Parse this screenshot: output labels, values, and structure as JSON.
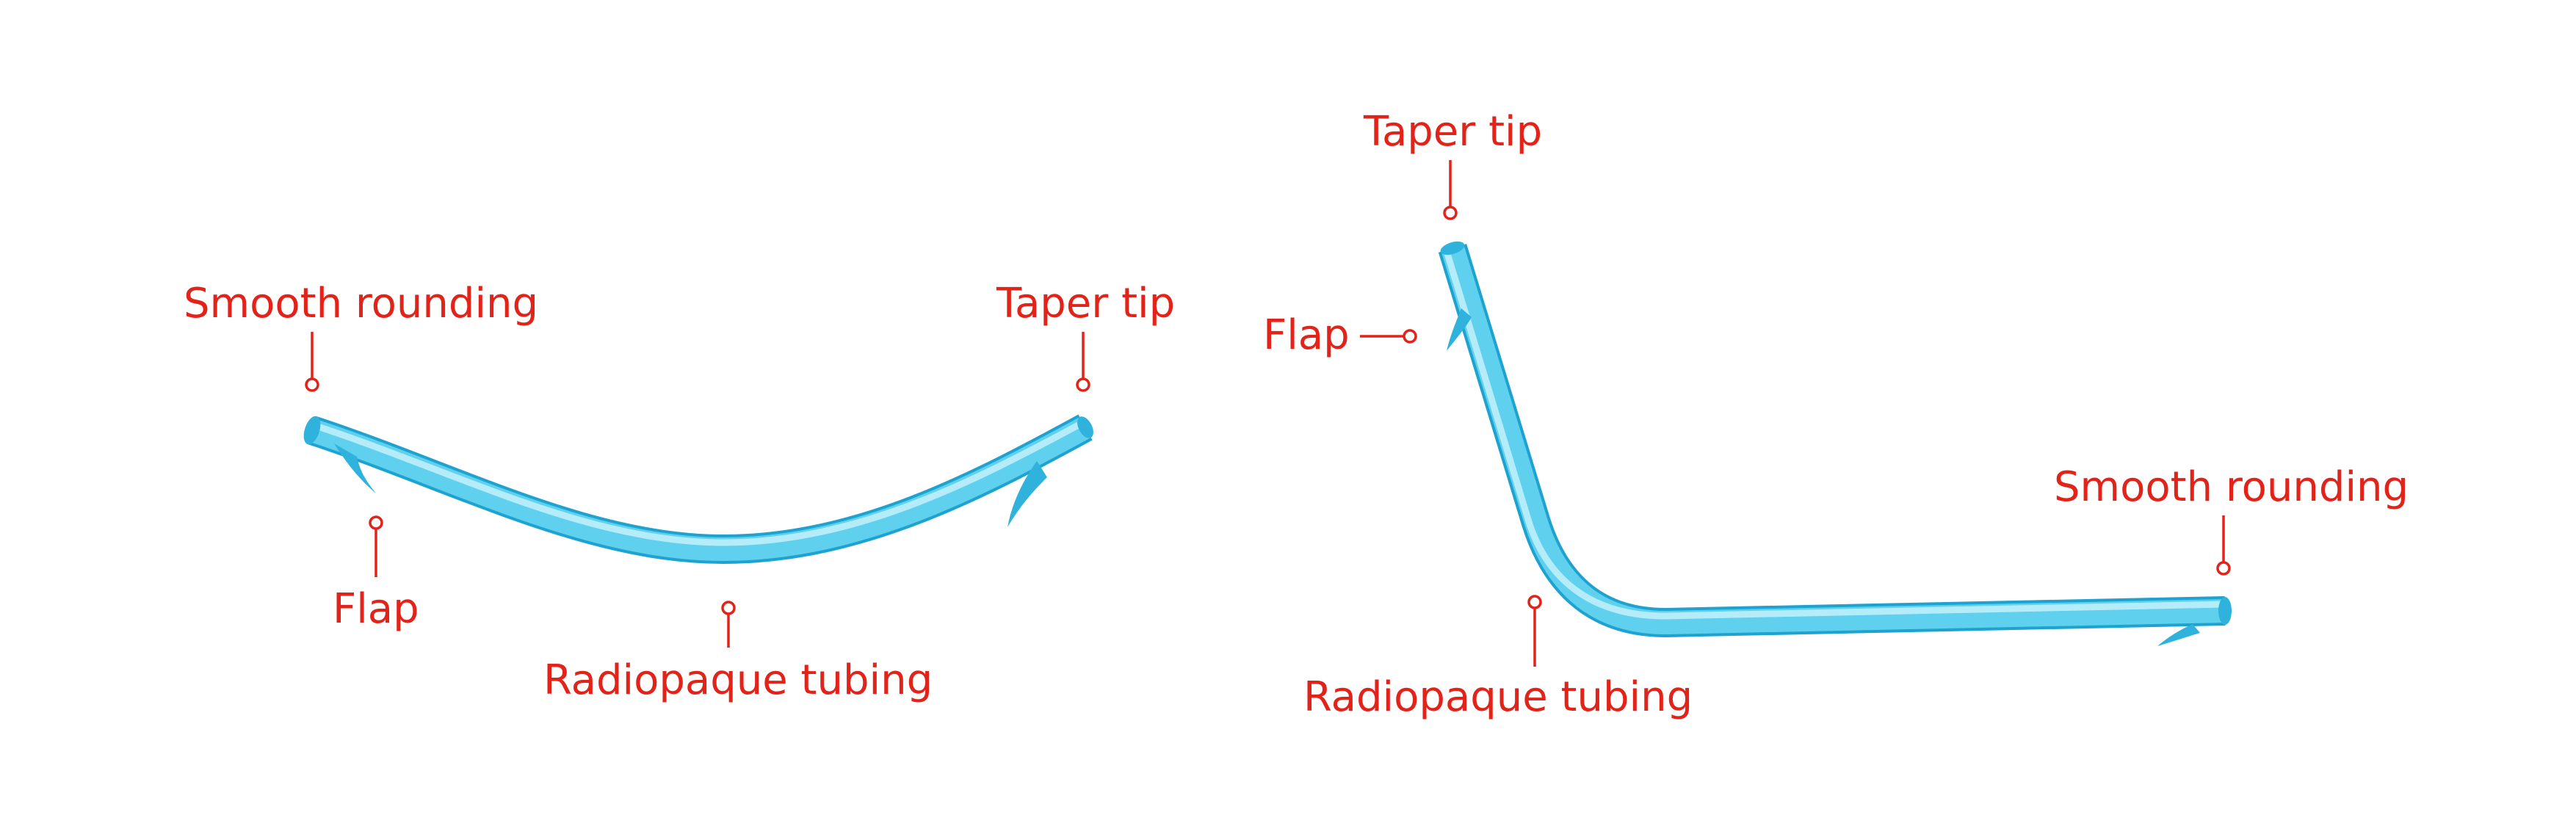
{
  "colors": {
    "label": "#e2231a",
    "tube_light": "#bfeefb",
    "tube_mid": "#5fd0ee",
    "tube_dark": "#2fb3dc",
    "tube_edge": "#1ea2cf",
    "background": "#ffffff"
  },
  "catheter_curved": {
    "label_smooth_rounding": "Smooth rounding",
    "label_taper_tip": "Taper tip",
    "label_flap": "Flap",
    "label_radiopaque_tubing": "Radiopaque tubing"
  },
  "catheter_angled": {
    "label_taper_tip": "Taper tip",
    "label_flap": "Flap",
    "label_smooth_rounding": "Smooth rounding",
    "label_radiopaque_tubing": "Radiopaque tubing"
  }
}
